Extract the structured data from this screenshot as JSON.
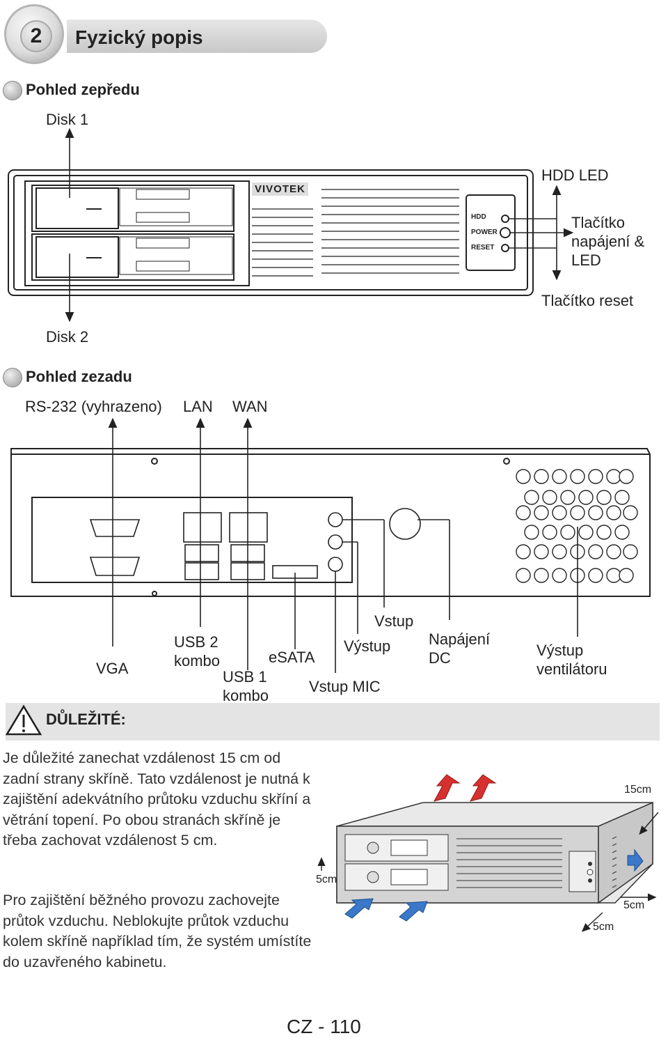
{
  "header": {
    "number": "2",
    "title": "Fyzický popis"
  },
  "front": {
    "heading": "Pohled zepředu",
    "disk1": "Disk 1",
    "disk2": "Disk 2",
    "hdd_led": "HDD LED",
    "power_btn": "Tlačítko napájení & LED",
    "reset_btn": "Tlačítko reset",
    "panel_hdd": "HDD",
    "panel_power": "POWER",
    "panel_reset": "RESET",
    "logo": "VIVOTEK"
  },
  "rear": {
    "heading": "Pohled zezadu",
    "rs232": "RS-232 (vyhrazeno)",
    "lan": "LAN",
    "wan": "WAN",
    "vga": "VGA",
    "usb2": "USB 2 kombo",
    "esata": "eSATA",
    "usb1": "USB 1 kombo",
    "vstup": "Vstup",
    "vystup": "Výstup",
    "vstup_mic": "Vstup MIC",
    "napajeni": "Napájení DC",
    "fan": "Výstup ventilátoru"
  },
  "important": {
    "label": "DŮLEŽITÉ:",
    "para1": "Je důležité zanechat vzdálenost 15 cm od zadní strany skříně. Tato vzdálenost je nutná k zajištění adekvátního průtoku vzduchu skříní a větrání topení. Po obou stranách skříně je třeba zachovat vzdálenost 5 cm.",
    "para2": "Pro zajištění běžného provozu zachovejte průtok vzduchu. Neblokujte průtok vzduchu kolem skříně například tím, že systém umístíte do uzavřeného kabinetu.",
    "d15": "15cm",
    "d5_left": "5cm",
    "d5_right": "5cm",
    "d5_bottom": "5cm"
  },
  "footer": {
    "page": "CZ - 110"
  }
}
